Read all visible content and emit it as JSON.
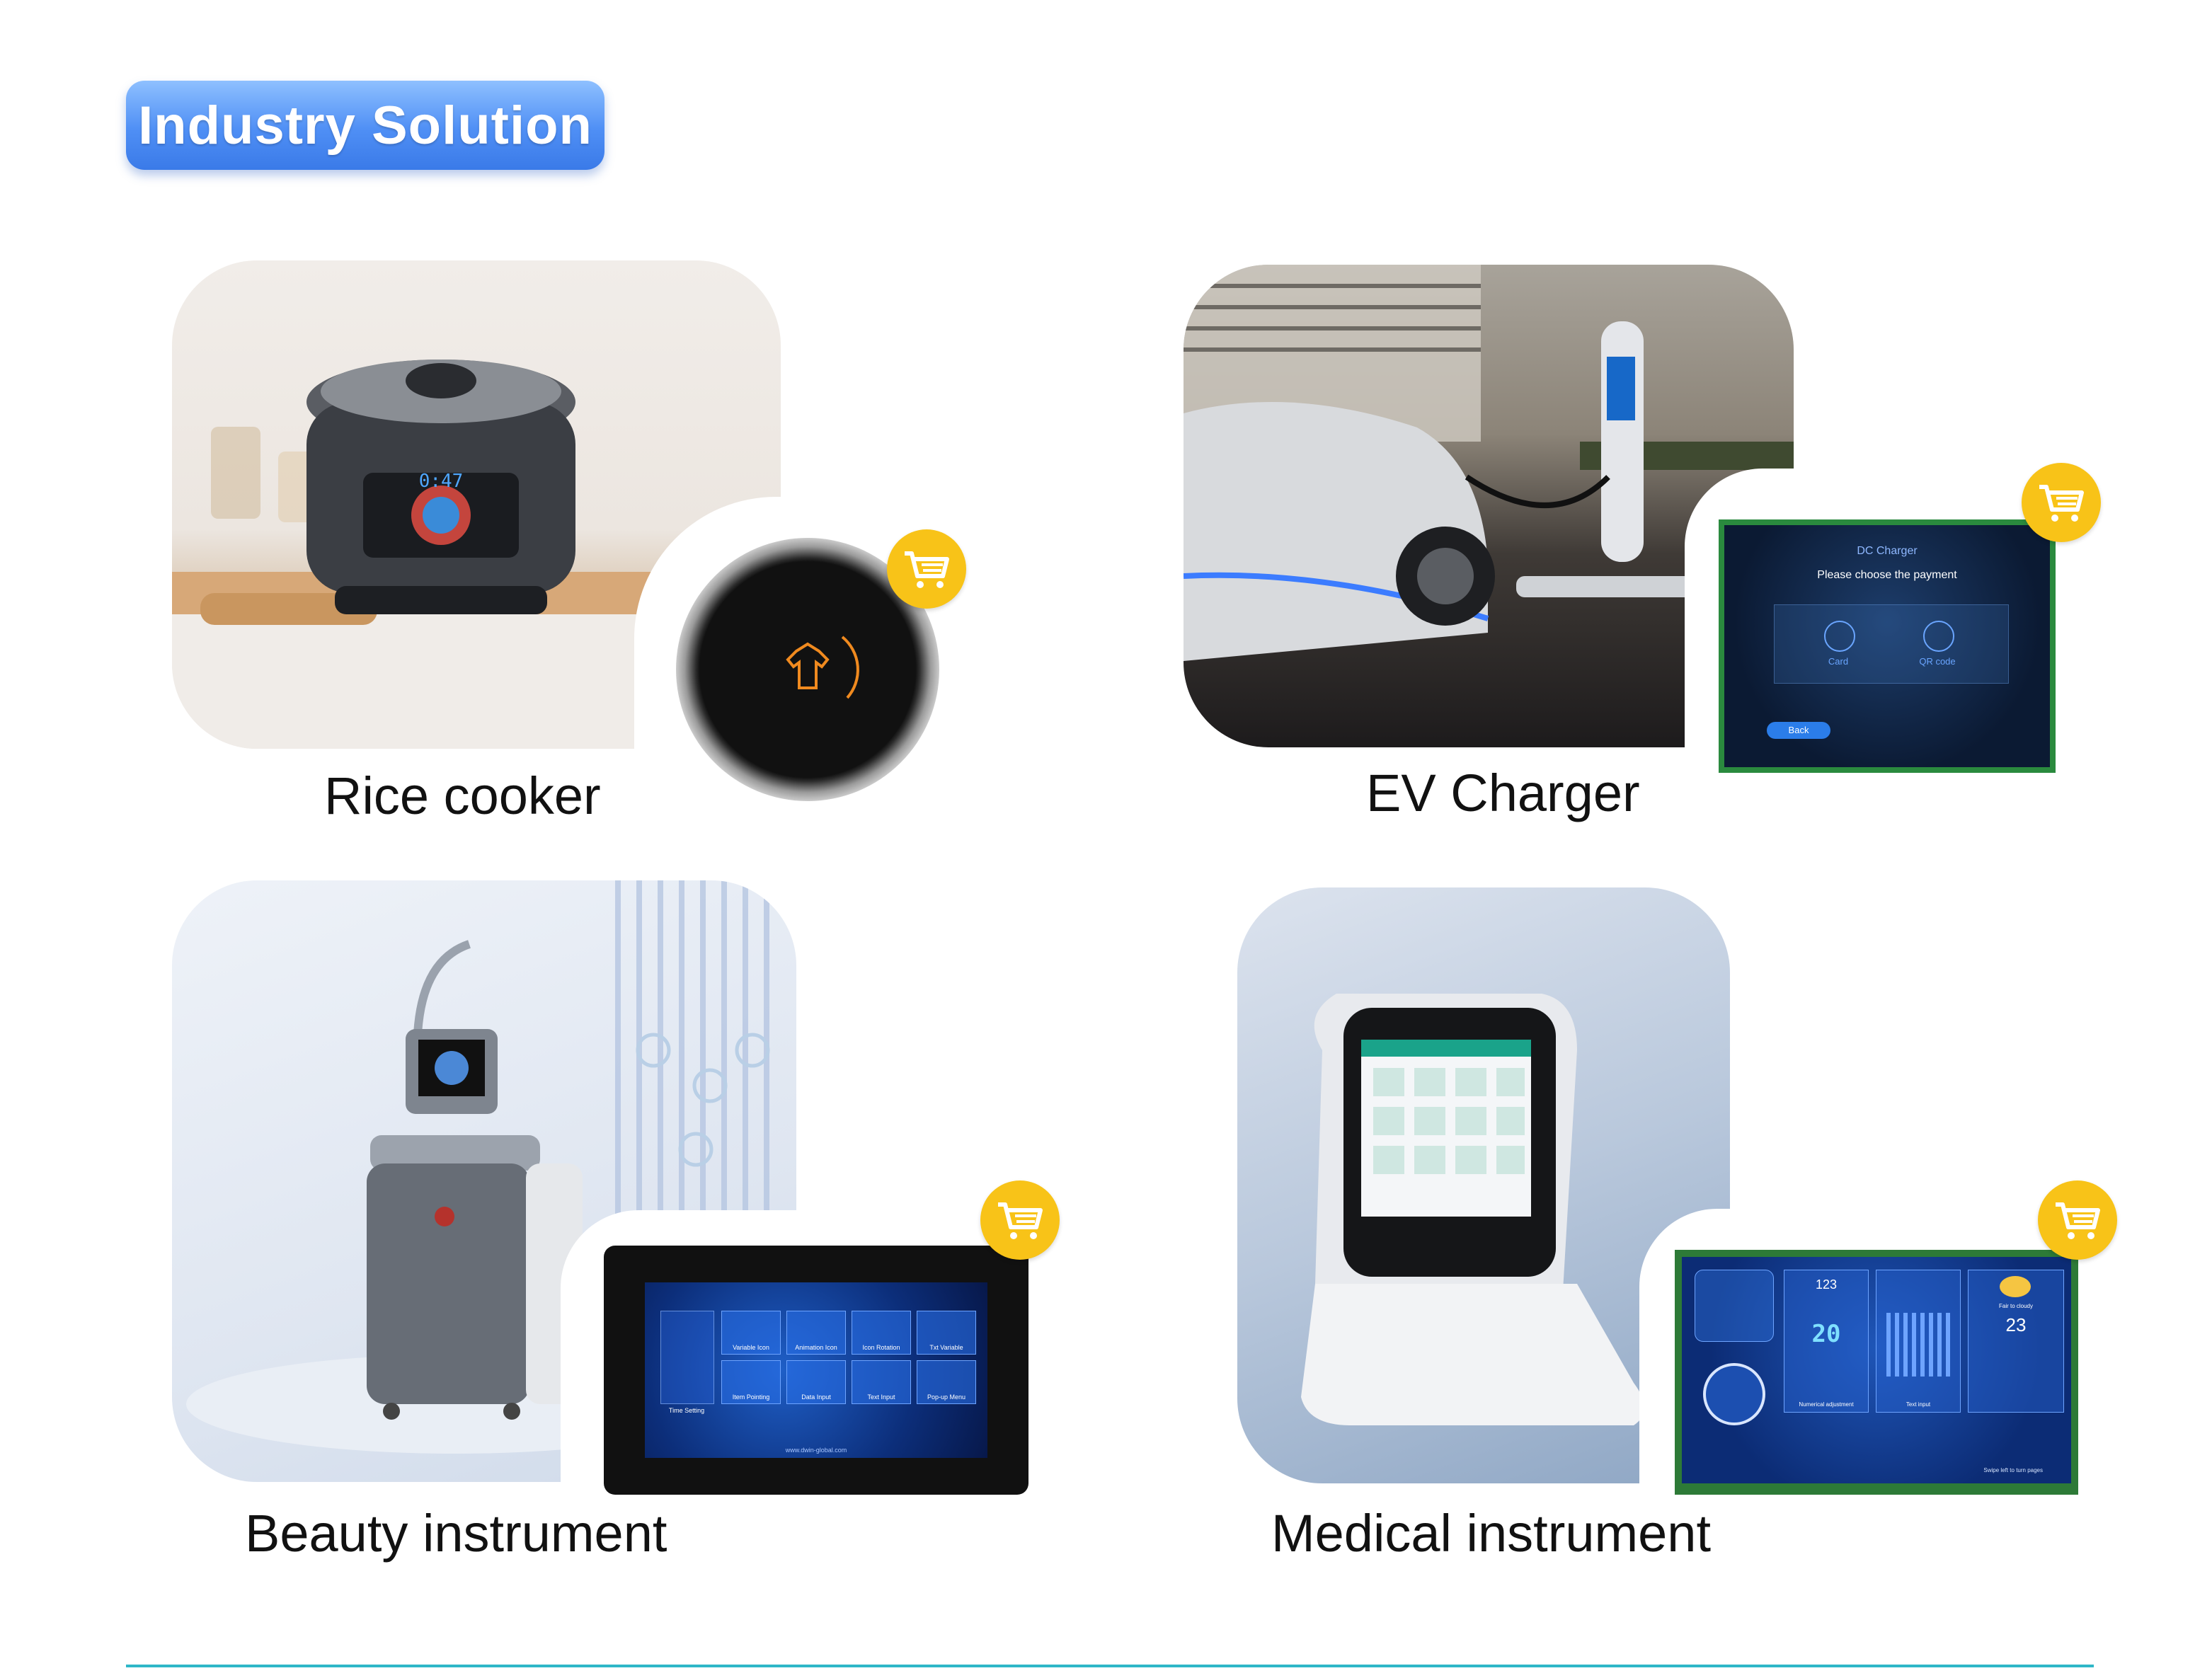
{
  "header": {
    "title": "Industry Solution"
  },
  "cards": [
    {
      "caption": "Rice cooker",
      "screen": {}
    },
    {
      "caption": "EV Charger",
      "screen": {
        "heading": "DC Charger",
        "prompt": "Please choose the payment",
        "option1": "Card",
        "option2": "QR code",
        "back": "Back"
      }
    },
    {
      "caption": "Beauty instrument",
      "screen": {
        "tiles": [
          "Variable Icon",
          "Animation Icon",
          "Icon Rotation",
          "Txt Variable",
          "Time Setting",
          "Item Pointing",
          "Data Input",
          "Text Input",
          "Pop-up Menu"
        ],
        "url": "www.dwin-global.com"
      }
    },
    {
      "caption": "Medical instrument",
      "screen": {
        "tile1": "123",
        "tile2": "20",
        "tile3": "Numerical adjustment",
        "tile4": "Text input",
        "weather": "Fair to cloudy",
        "temp": "23",
        "footer": "Swipe left to turn pages"
      }
    }
  ],
  "colors": {
    "accent": "#4f8ff5",
    "cart": "#f8c318",
    "divider": "#2fb7c8"
  }
}
